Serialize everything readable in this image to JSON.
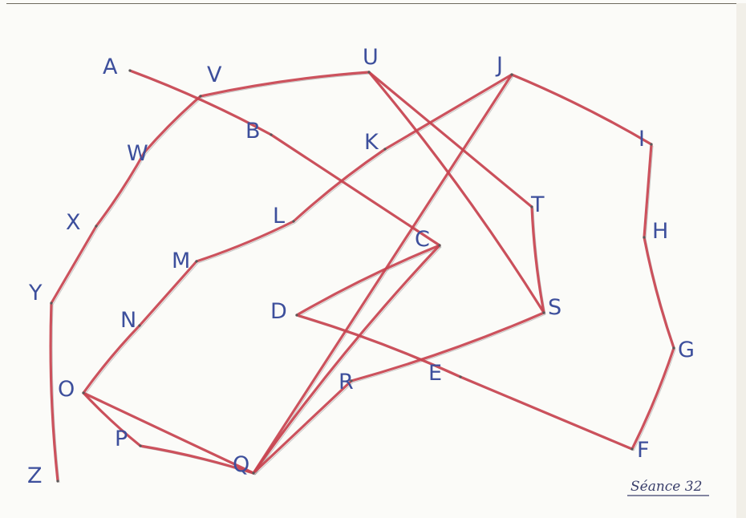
{
  "diagram": {
    "caption": "Séance 32",
    "nodes": [
      {
        "id": "A",
        "label": "A"
      },
      {
        "id": "B",
        "label": "B"
      },
      {
        "id": "C",
        "label": "C"
      },
      {
        "id": "D",
        "label": "D"
      },
      {
        "id": "E",
        "label": "E"
      },
      {
        "id": "F",
        "label": "F"
      },
      {
        "id": "G",
        "label": "G"
      },
      {
        "id": "H",
        "label": "H"
      },
      {
        "id": "I",
        "label": "I"
      },
      {
        "id": "J",
        "label": "J"
      },
      {
        "id": "K",
        "label": "K"
      },
      {
        "id": "L",
        "label": "L"
      },
      {
        "id": "M",
        "label": "M"
      },
      {
        "id": "N",
        "label": "N"
      },
      {
        "id": "O",
        "label": "O"
      },
      {
        "id": "P",
        "label": "P"
      },
      {
        "id": "Q",
        "label": "Q"
      },
      {
        "id": "R",
        "label": "R"
      },
      {
        "id": "S",
        "label": "S"
      },
      {
        "id": "T",
        "label": "T"
      },
      {
        "id": "U",
        "label": "U"
      },
      {
        "id": "V",
        "label": "V"
      },
      {
        "id": "W",
        "label": "W"
      },
      {
        "id": "X",
        "label": "X"
      },
      {
        "id": "Y",
        "label": "Y"
      },
      {
        "id": "Z",
        "label": "Z"
      }
    ],
    "edges": [
      [
        "A",
        "B"
      ],
      [
        "B",
        "C"
      ],
      [
        "V",
        "W"
      ],
      [
        "W",
        "X"
      ],
      [
        "X",
        "Y"
      ],
      [
        "Y",
        "Z"
      ],
      [
        "V",
        "U"
      ],
      [
        "U",
        "T"
      ],
      [
        "T",
        "S"
      ],
      [
        "U",
        "S"
      ],
      [
        "J",
        "K"
      ],
      [
        "K",
        "L"
      ],
      [
        "L",
        "M"
      ],
      [
        "M",
        "N"
      ],
      [
        "N",
        "O"
      ],
      [
        "J",
        "I"
      ],
      [
        "I",
        "H"
      ],
      [
        "H",
        "G"
      ],
      [
        "G",
        "F"
      ],
      [
        "F",
        "E"
      ],
      [
        "E",
        "D"
      ],
      [
        "D",
        "C"
      ],
      [
        "J",
        "Q"
      ],
      [
        "C",
        "Q"
      ],
      [
        "S",
        "R"
      ],
      [
        "R",
        "Q"
      ],
      [
        "O",
        "P"
      ],
      [
        "P",
        "Q"
      ],
      [
        "O",
        "Q"
      ]
    ],
    "colors": {
      "edge": "#c8434f",
      "label": "#3d4f9c",
      "paper": "#fbfbf8"
    }
  }
}
